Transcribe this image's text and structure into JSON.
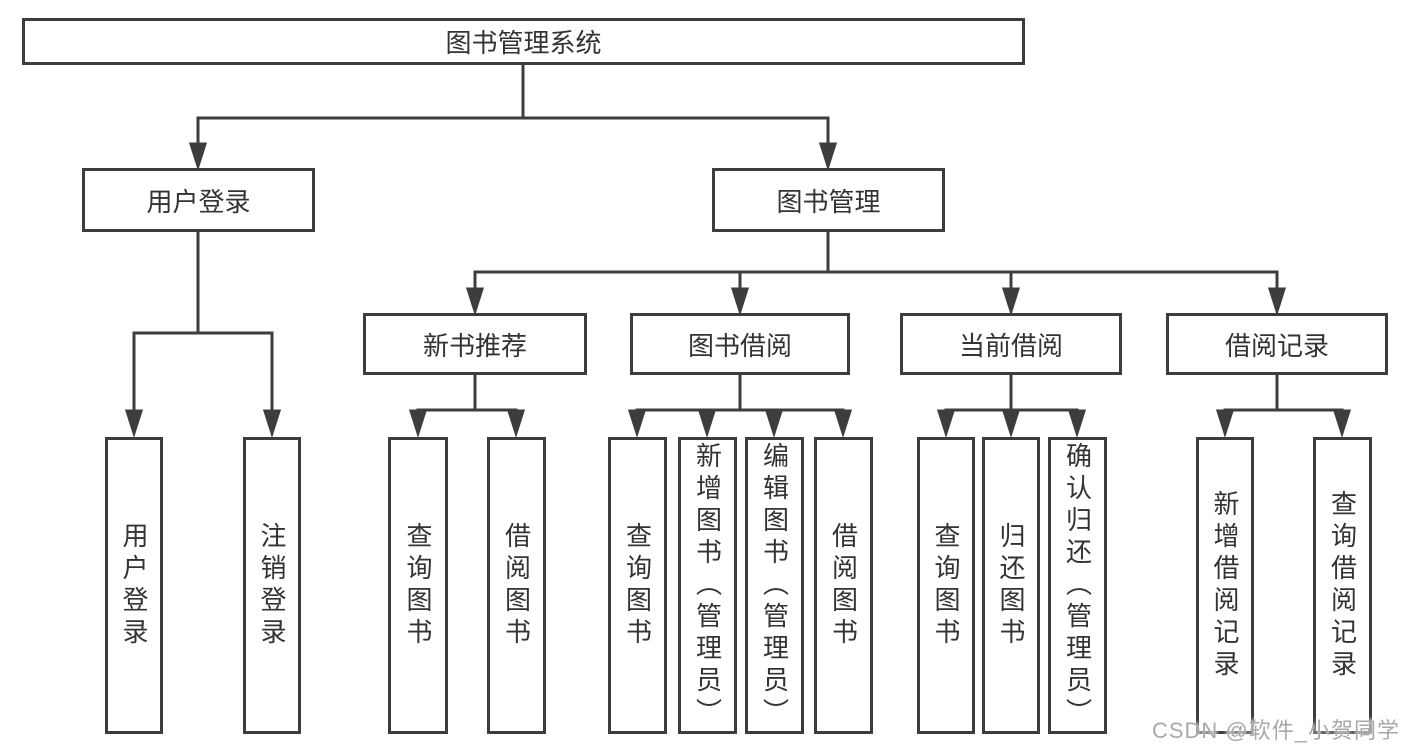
{
  "colors": {
    "line": "#3d3d3d",
    "box_border": "#3d3d3d",
    "text": "#333333",
    "background": "#ffffff",
    "watermark": "#a9a9a9"
  },
  "tree": {
    "root": {
      "label": "图书管理系统"
    },
    "user_login": {
      "label": "用户登录",
      "children": {
        "login": "用户登录",
        "logout": "注销登录"
      }
    },
    "book_management": {
      "label": "图书管理",
      "new_book_recommend": {
        "label": "新书推荐",
        "children": {
          "search_books": "查询图书",
          "borrow_books": "借阅图书"
        }
      },
      "book_borrowing": {
        "label": "图书借阅",
        "children": {
          "search_books": "查询图书",
          "add_books": "新增图书（管理员）",
          "edit_books": "编辑图书（管理员）",
          "borrow_books": "借阅图书"
        }
      },
      "current_borrowing": {
        "label": "当前借阅",
        "children": {
          "search_books": "查询图书",
          "return_books": "归还图书",
          "confirm_return": "确认归还（管理员）"
        }
      },
      "borrow_records": {
        "label": "借阅记录",
        "children": {
          "add_record": "新增借阅记录",
          "search_record": "查询借阅记录"
        }
      }
    }
  },
  "watermark": {
    "text": "CSDN @软件_小贺同学"
  }
}
